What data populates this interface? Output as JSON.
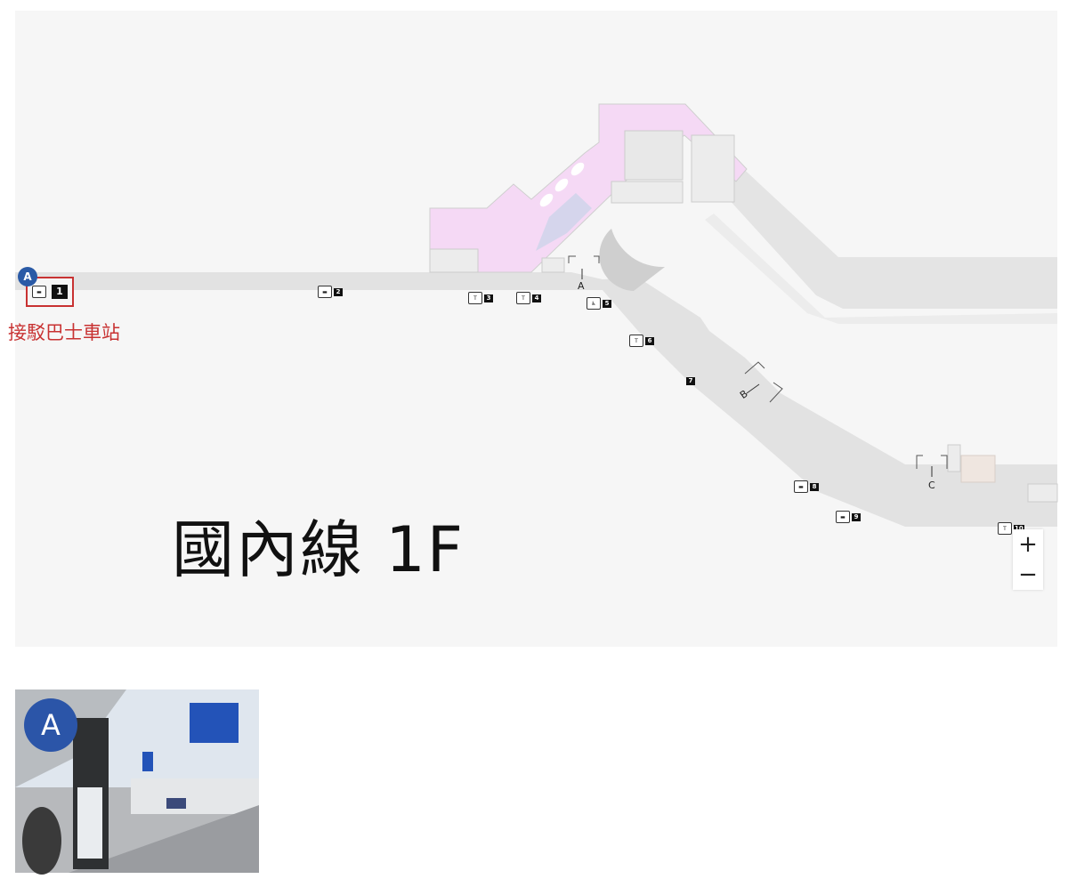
{
  "map": {
    "floor_title": "國內線 1F",
    "stop_area_label": "接駁巴士車站",
    "highlight_point": "A",
    "entrance_labels": [
      "A",
      "B",
      "C"
    ],
    "stops": [
      {
        "number": "1",
        "icon": "bus-icon"
      },
      {
        "number": "2",
        "icon": "bus-icon"
      },
      {
        "number": "3",
        "icon": "taxi-icon"
      },
      {
        "number": "4",
        "icon": "taxi-icon"
      },
      {
        "number": "5",
        "icon": "wheelchair-icon"
      },
      {
        "number": "6",
        "icon": "taxi-icon"
      },
      {
        "number": "7",
        "icon": ""
      },
      {
        "number": "8",
        "icon": "bus-icon"
      },
      {
        "number": "9",
        "icon": "bus-icon"
      },
      {
        "number": "10",
        "icon": "taxi-icon"
      }
    ],
    "colors": {
      "highlight_red": "#c83232",
      "badge_blue": "#2a5aa6",
      "terminal_pink": "#f5d9f5"
    }
  },
  "zoom": {
    "in_label": "+",
    "out_label": "−"
  },
  "photo": {
    "badge": "A"
  }
}
